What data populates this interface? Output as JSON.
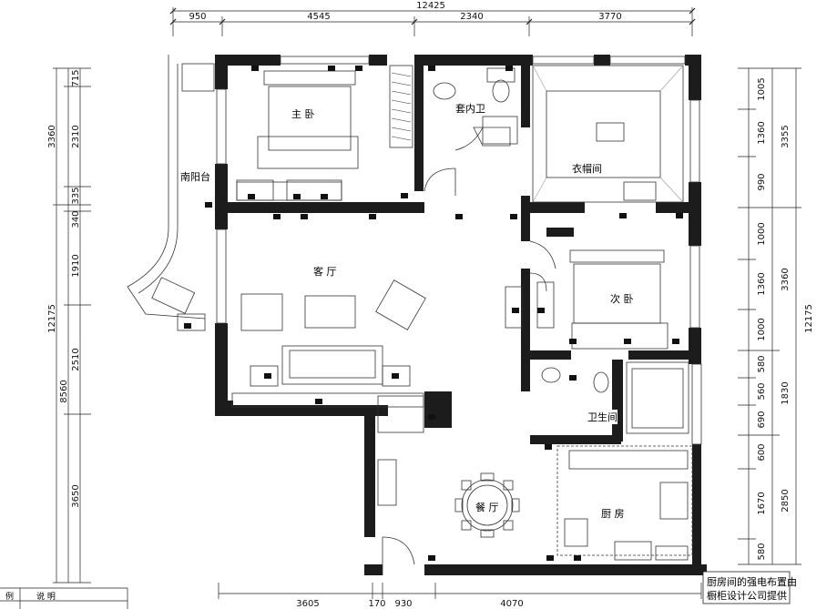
{
  "dimensions": {
    "top_total": "12425",
    "top_segments": [
      "950",
      "4545",
      "2340",
      "3770"
    ],
    "bottom_segments": [
      "3605",
      "170",
      "930",
      "4070"
    ],
    "left_outer": [
      "3360",
      "12175"
    ],
    "left_outer_lower": "8560",
    "left_inner": [
      "715",
      "2310",
      "335",
      "340",
      "1910",
      "2510",
      "3650"
    ],
    "right_inner": [
      "1005",
      "1360",
      "990",
      "1000",
      "1360",
      "1000",
      "580",
      "560",
      "690",
      "600",
      "1670",
      "580"
    ],
    "right_outer": [
      "3355",
      "3360",
      "12175",
      "1830",
      "2850"
    ]
  },
  "rooms": {
    "master_bedroom": "主 卧",
    "south_balcony": "南阳台",
    "ensuite_bath": "套内卫",
    "walk_in_closet": "衣帽间",
    "living_room": "客 厅",
    "second_bedroom": "次 卧",
    "bathroom": "卫生间",
    "dining_room": "餐 厅",
    "kitchen": "厨 房"
  },
  "note": {
    "line1": "厨房间的强电布置由",
    "line2": "橱柜设计公司提供"
  },
  "legend": {
    "col1": "例",
    "col2": "说 明"
  }
}
